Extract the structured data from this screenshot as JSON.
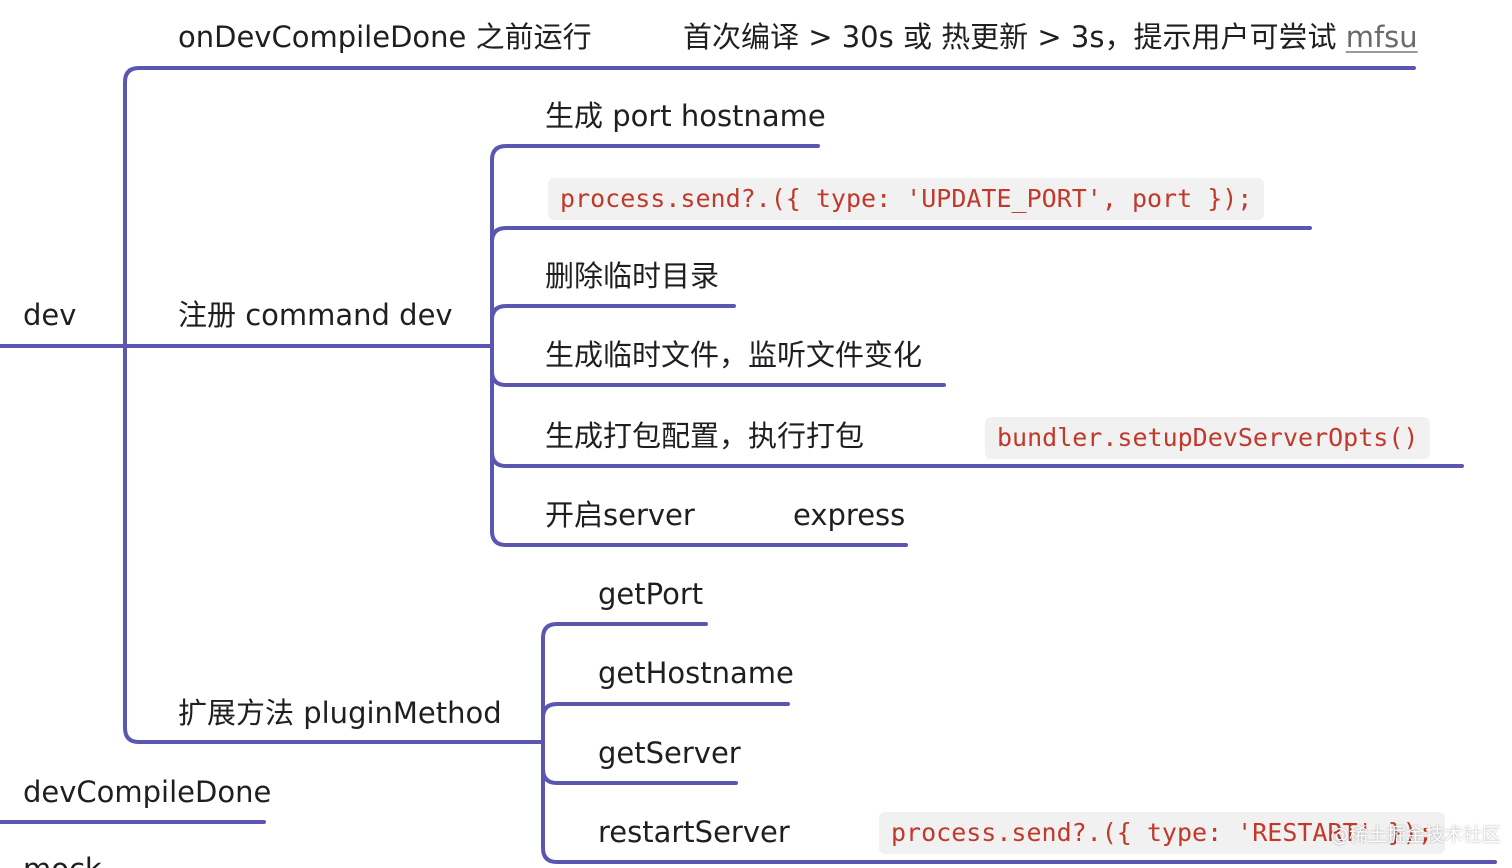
{
  "colors": {
    "connector": "#5b56b0",
    "code_text": "#c0392b",
    "code_bg": "#f1f1f1"
  },
  "nodes": {
    "dev": "dev",
    "on_dev_compile_done": "onDevCompileDone 之前运行",
    "compile_hint_prefix": "首次编译 > 30s 或 热更新 > 3s，提示用户可尝试 ",
    "compile_hint_link": "mfsu",
    "register_command": "注册 command dev",
    "gen_port_hostname": "生成 port hostname",
    "code_update_port": "process.send?.({ type: 'UPDATE_PORT', port });",
    "delete_tmp_dir": "删除临时目录",
    "gen_tmp_files": "生成临时文件，监听文件变化",
    "gen_bundle_config": "生成打包配置，执行打包",
    "code_bundler": "bundler.setupDevServerOpts()",
    "start_server": "开启server",
    "express": "express",
    "plugin_method": "扩展方法 pluginMethod",
    "get_port": "getPort",
    "get_hostname": "getHostname",
    "get_server": "getServer",
    "restart_server": "restartServer",
    "code_restart": "process.send?.({ type: 'RESTART' });",
    "dev_compile_done": "devCompileDone",
    "mock": "mock"
  },
  "watermark": "@稀土掘金技术社区"
}
